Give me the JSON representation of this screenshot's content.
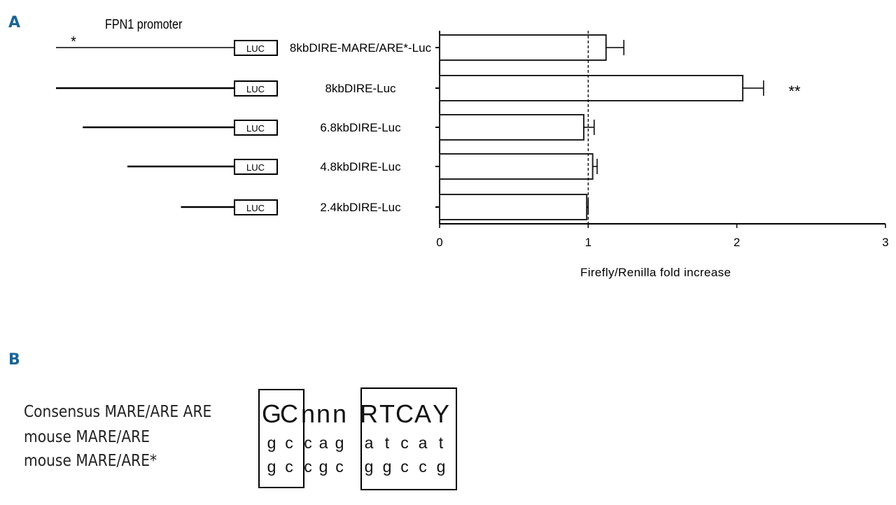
{
  "panels": {
    "a": "A",
    "b": "B"
  },
  "construct_title": "FPN1 promoter",
  "mutation_marker": "*",
  "luc_label": "LUC",
  "chart_data": {
    "type": "bar",
    "orientation": "horizontal",
    "categories": [
      "8kbDIRE-MARE/ARE*-Luc",
      "8kbDIRE-Luc",
      "6.8kbDIRE-Luc",
      "4.8kbDIRE-Luc",
      "2.4kbDIRE-Luc"
    ],
    "values": [
      1.12,
      2.04,
      0.97,
      1.03,
      0.99
    ],
    "errors": [
      0.12,
      0.14,
      0.07,
      0.03,
      0.01
    ],
    "promoter_length_kb": [
      8,
      8,
      6.8,
      4.8,
      2.4
    ],
    "annotations": [
      {
        "category": "8kbDIRE-Luc",
        "text": "**"
      }
    ],
    "reference_line": 1,
    "xlabel": "Firefly/Renilla fold increase",
    "xlim": [
      0,
      3
    ],
    "xticks": [
      "0",
      "1",
      "2",
      "3"
    ]
  },
  "sequence": {
    "rows": [
      {
        "label": "Consensus MARE/ARE ARE",
        "letters": [
          "G",
          "C",
          "n",
          "n",
          "n",
          "R",
          "T",
          "C",
          "A",
          "Y"
        ]
      },
      {
        "label": "mouse MARE/ARE",
        "letters": [
          "g",
          "c",
          "c",
          "a",
          "g",
          "a",
          "t",
          "c",
          "a",
          "t"
        ]
      },
      {
        "label": "mouse MARE/ARE*",
        "letters": [
          "g",
          "c",
          "c",
          "g",
          "c",
          "g",
          "g",
          "c",
          "c",
          "g"
        ]
      }
    ]
  }
}
